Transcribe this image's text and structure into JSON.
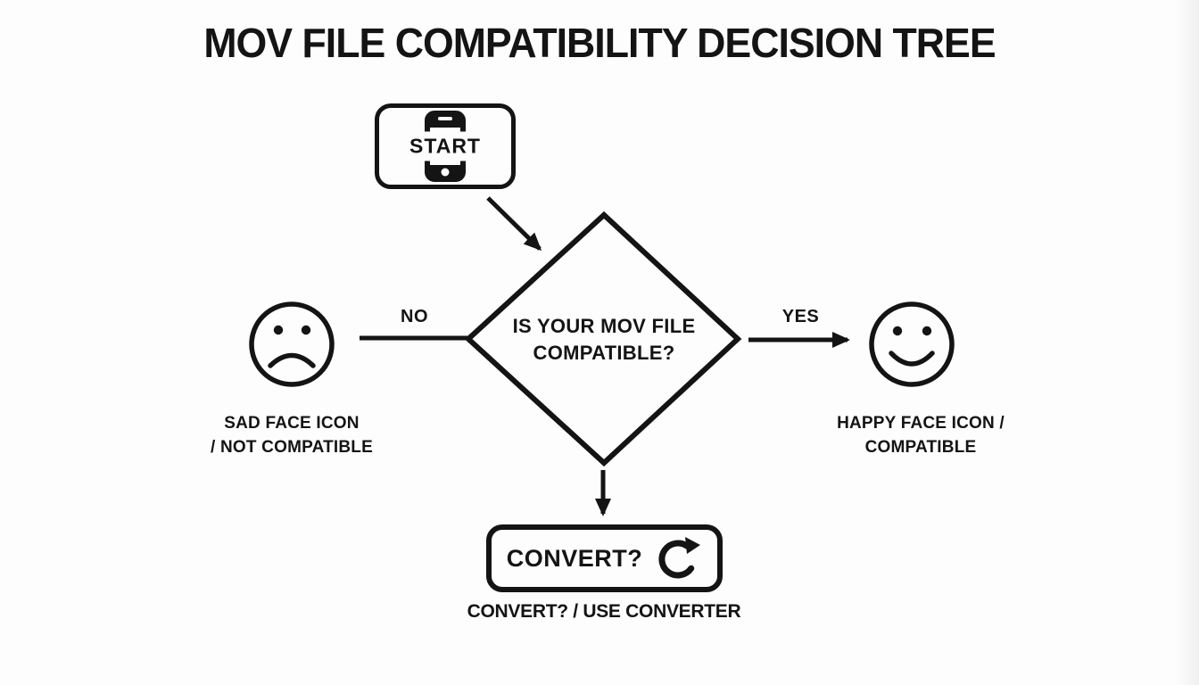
{
  "title": "MOV FILE COMPATIBILITY DECISION TREE",
  "colors": {
    "ink": "#141414",
    "background": "#fdfdfd"
  },
  "nodes": {
    "start": {
      "label": "START",
      "icon": "smartphone-icon"
    },
    "decision": {
      "line1": "IS YOUR MOV FILE",
      "line2": "COMPATIBLE?"
    },
    "convert": {
      "label": "CONVERT?",
      "icon": "refresh-icon"
    }
  },
  "edges": {
    "no": {
      "label": "NO"
    },
    "yes": {
      "label": "YES"
    }
  },
  "outcomes": {
    "not_compatible": {
      "icon": "sad-face-icon",
      "line1": "SAD FACE ICON",
      "line2": "/ NOT COMPATIBLE"
    },
    "compatible": {
      "icon": "happy-face-icon",
      "line1": "HAPPY FACE ICON /",
      "line2": "COMPATIBLE"
    }
  },
  "footer": {
    "caption": "CONVERT? / USE CONVERTER"
  }
}
